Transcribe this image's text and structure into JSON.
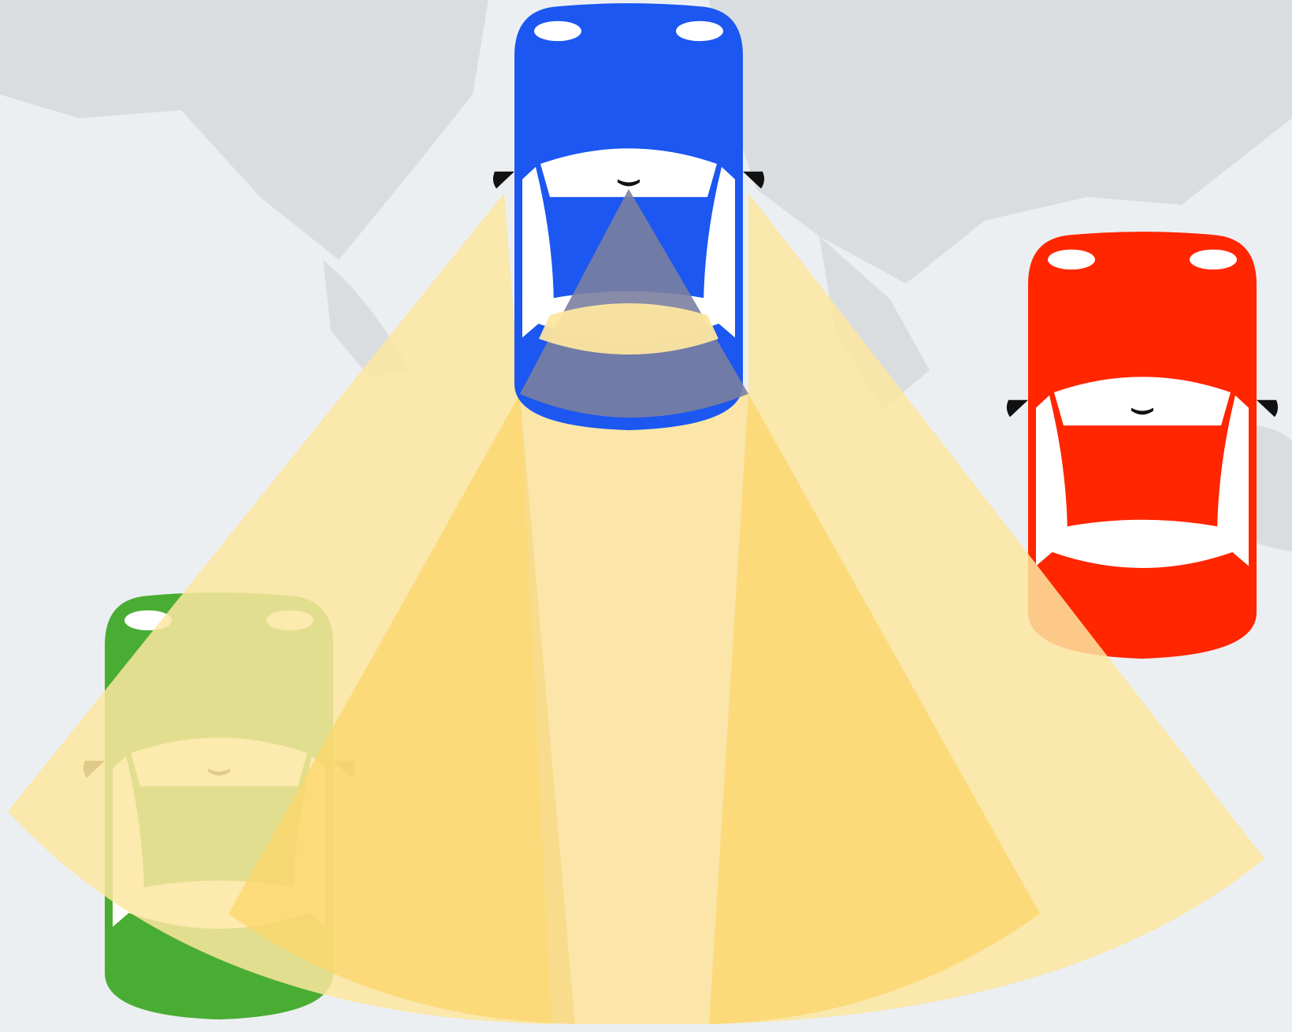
{
  "scene": {
    "background_color": "#eceff2",
    "map_land_color": "#d3d6d9",
    "cone_outer_color": "#fde6a0",
    "cone_inner_color": "#fcd66a",
    "cone_center_color": "#fde3a0",
    "overlap_color": "#7b80a0"
  },
  "vehicles": [
    {
      "id": "blue-car",
      "body_color": "#1b57f0",
      "window_color": "#ffffff",
      "mirror_color": "#111111"
    },
    {
      "id": "red-car",
      "body_color": "#ff2600",
      "window_color": "#ffffff",
      "mirror_color": "#111111"
    },
    {
      "id": "green-car",
      "body_color": "#4aad33",
      "window_color": "#ffffff",
      "mirror_color": "#3a2a10"
    }
  ]
}
